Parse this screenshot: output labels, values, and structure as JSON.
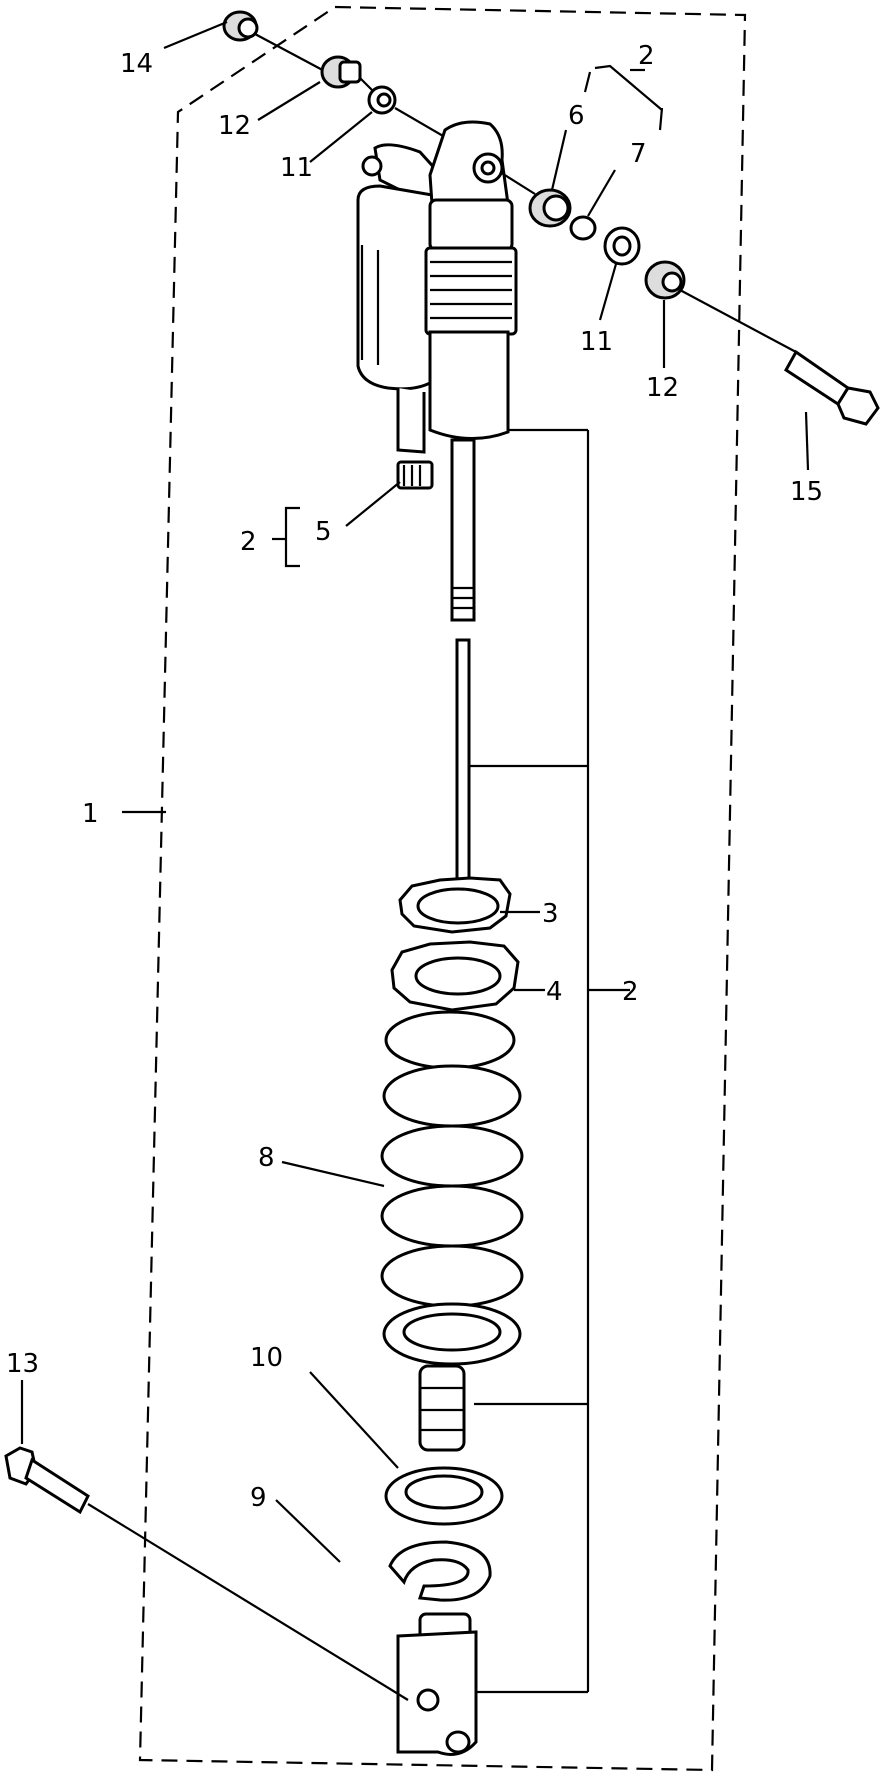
{
  "labels": {
    "l1": "1",
    "l2_top": "2",
    "l2_left": "2",
    "l2_right": "2",
    "l3": "3",
    "l4": "4",
    "l5": "5",
    "l6": "6",
    "l7": "7",
    "l8": "8",
    "l9": "9",
    "l10": "10",
    "l11_left": "11",
    "l11_right": "11",
    "l12_left": "12",
    "l12_right": "12",
    "l13": "13",
    "l14": "14",
    "l15": "15"
  }
}
